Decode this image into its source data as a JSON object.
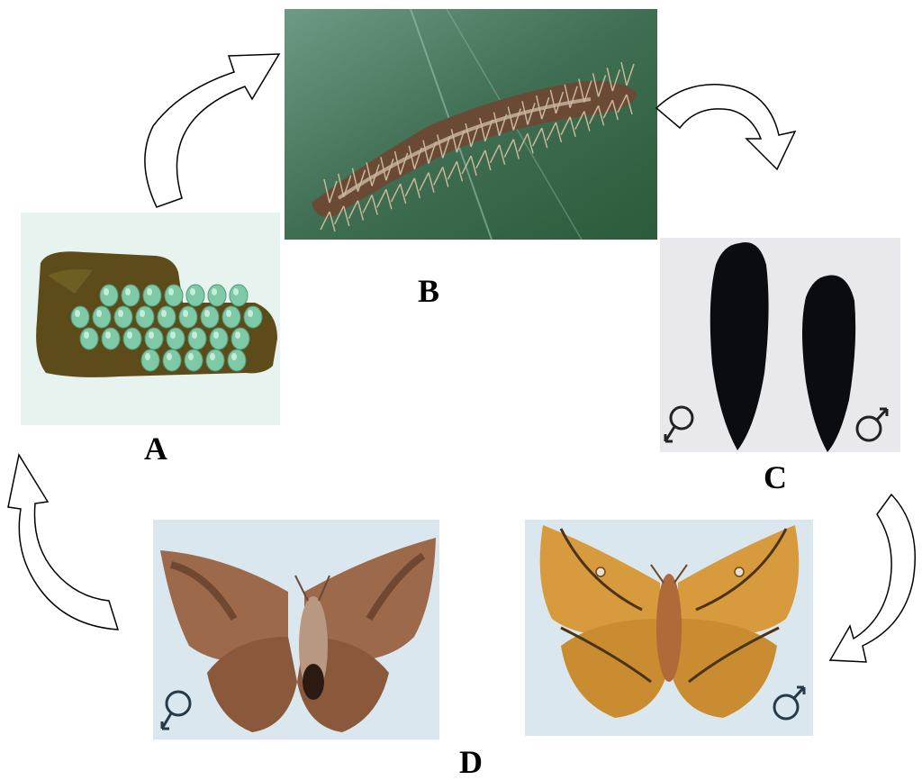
{
  "labels": {
    "eggs": "A",
    "larva": "B",
    "pupae": "C",
    "adults": "D"
  },
  "symbols": {
    "female": "♀",
    "male": "♂"
  },
  "colors": {
    "egg_green": "#7ec9a6",
    "egg_bg": "#e6f3ef",
    "moss": "#5e4b1a",
    "leaf": "#3f6e52",
    "larva_brown": "#6a4a35",
    "pupa_black": "#0b0b12",
    "pupa_bg": "#e9e9ed",
    "female_moth": "#9c6a4a",
    "male_moth": "#d79a3c",
    "moth_bg": "#dbe7ee"
  },
  "cycle": [
    "eggs",
    "larva",
    "pupae",
    "adults"
  ]
}
